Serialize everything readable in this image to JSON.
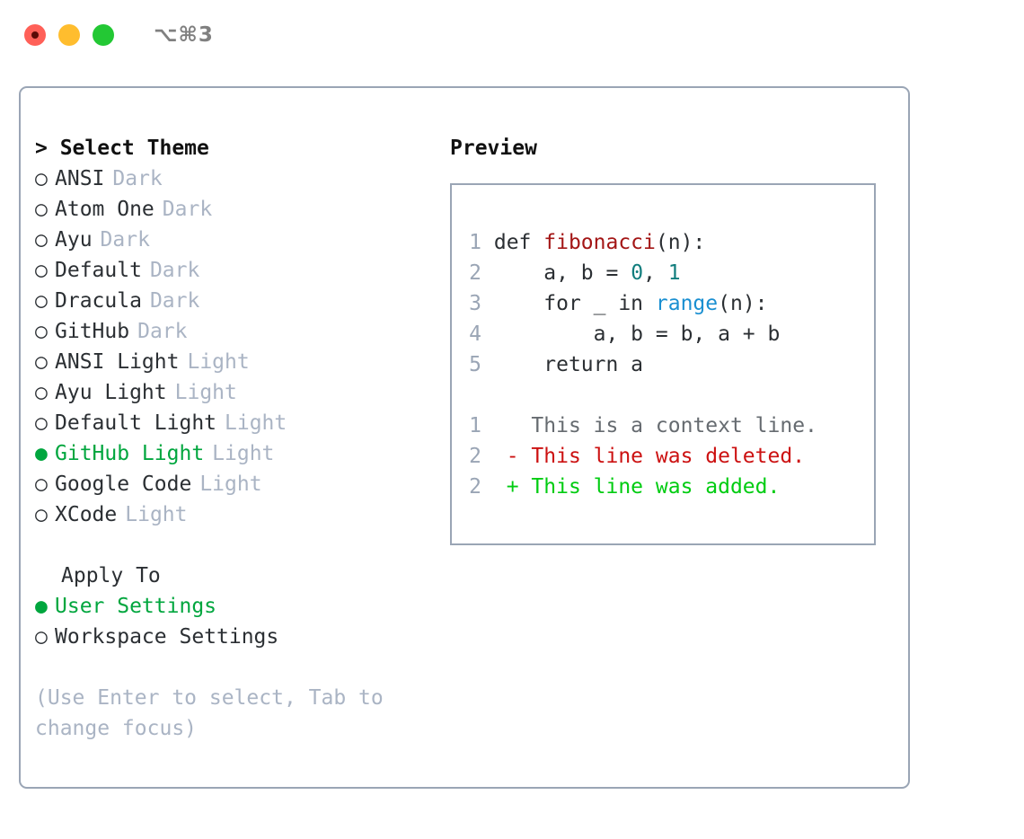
{
  "window": {
    "title": "⌥⌘3",
    "traffic_lights": [
      {
        "name": "close",
        "color": "#ff6058",
        "recording": true
      },
      {
        "name": "minimize",
        "color": "#ffbd2e",
        "recording": false
      },
      {
        "name": "maximize",
        "color": "#23c834",
        "recording": false
      }
    ]
  },
  "colors": {
    "selected_green": "#00a63e",
    "muted": "#aab4c4",
    "border": "#9aa5b5",
    "diff_add": "#00cc11",
    "diff_del": "#cc1111",
    "token_function": "#a31515",
    "token_number": "#117d7d",
    "token_call": "#1a8fd1"
  },
  "theme_list": {
    "header": "> Select Theme",
    "items": [
      {
        "marker": "○",
        "label": "ANSI",
        "variant": "Dark",
        "selected": false
      },
      {
        "marker": "○",
        "label": "Atom One",
        "variant": "Dark",
        "selected": false
      },
      {
        "marker": "○",
        "label": "Ayu",
        "variant": "Dark",
        "selected": false
      },
      {
        "marker": "○",
        "label": "Default",
        "variant": "Dark",
        "selected": false
      },
      {
        "marker": "○",
        "label": "Dracula",
        "variant": "Dark",
        "selected": false
      },
      {
        "marker": "○",
        "label": "GitHub",
        "variant": "Dark",
        "selected": false
      },
      {
        "marker": "○",
        "label": "ANSI Light",
        "variant": "Light",
        "selected": false
      },
      {
        "marker": "○",
        "label": "Ayu Light",
        "variant": "Light",
        "selected": false
      },
      {
        "marker": "○",
        "label": "Default Light",
        "variant": "Light",
        "selected": false
      },
      {
        "marker": "●",
        "label": "GitHub Light",
        "variant": "Light",
        "selected": true
      },
      {
        "marker": "○",
        "label": "Google Code",
        "variant": "Light",
        "selected": false
      },
      {
        "marker": "○",
        "label": "XCode",
        "variant": "Light",
        "selected": false
      }
    ]
  },
  "apply_to": {
    "header": "Apply To",
    "items": [
      {
        "marker": "●",
        "label": "User Settings",
        "selected": true
      },
      {
        "marker": "○",
        "label": "Workspace Settings",
        "selected": false
      }
    ]
  },
  "hint": "(Use Enter to select, Tab to change focus)",
  "preview": {
    "title": "Preview",
    "code_lines": [
      {
        "num": "1",
        "tokens": [
          {
            "t": "def ",
            "c": "plain"
          },
          {
            "t": "fibonacci",
            "c": "fn"
          },
          {
            "t": "(n):",
            "c": "plain"
          }
        ]
      },
      {
        "num": "2",
        "tokens": [
          {
            "t": "    a, b = ",
            "c": "plain"
          },
          {
            "t": "0",
            "c": "num"
          },
          {
            "t": ", ",
            "c": "plain"
          },
          {
            "t": "1",
            "c": "num"
          }
        ]
      },
      {
        "num": "3",
        "tokens": [
          {
            "t": "    for _ in ",
            "c": "plain"
          },
          {
            "t": "range",
            "c": "call"
          },
          {
            "t": "(n):",
            "c": "plain"
          }
        ]
      },
      {
        "num": "4",
        "tokens": [
          {
            "t": "        a, b = b, a + b",
            "c": "plain"
          }
        ]
      },
      {
        "num": "5",
        "tokens": [
          {
            "t": "    return a",
            "c": "plain"
          }
        ]
      }
    ],
    "diff_lines": [
      {
        "num": "1",
        "sign": " ",
        "text": " This is a context line.",
        "kind": "context"
      },
      {
        "num": "2",
        "sign": "-",
        "text": " This line was deleted.",
        "kind": "del"
      },
      {
        "num": "2",
        "sign": "+",
        "text": " This line was added.",
        "kind": "add"
      }
    ]
  }
}
